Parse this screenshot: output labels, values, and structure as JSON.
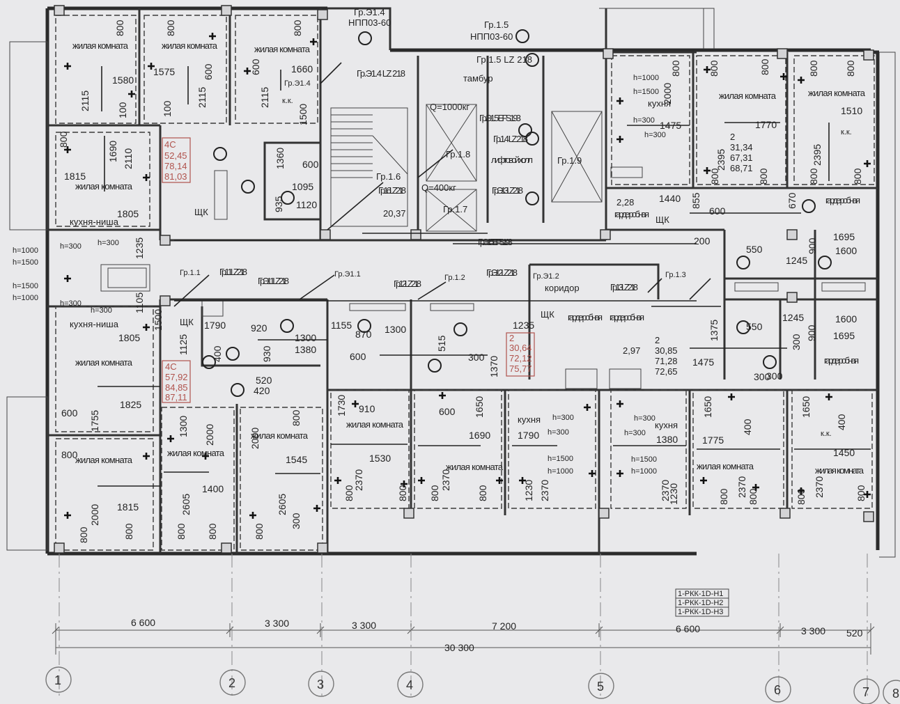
{
  "rooms": {
    "zhilaya": "жилая комната",
    "kitchen": "кухня",
    "kitchen_niche": "кухня-ниша",
    "wardrobe": "гарде робная",
    "corridor": "коридор",
    "lift_hall": "лифтовой холл",
    "vestibule": "тамбур"
  },
  "groups": {
    "gr_e14": "Гр.Э1.4",
    "npp_a": "НПП03-60",
    "gr_15": "Гр.1.5",
    "npp_b": "НПП03-60",
    "lz_a": "Гр.1.5 LZ 218",
    "lz_e14": "Гр.Э1.4 LZ 218",
    "gr_e15_efs_a": "Гр.Э1.5 EFS193",
    "gr_14_lz": "Гр.1.4 LZ 218",
    "gr_16": "Гр.1.6",
    "gr_16_lz": "Гр.1.6 LZ 218",
    "gr_18": "Гр.1.8",
    "gr_19": "Гр.1.9",
    "gr_17": "Гр.1.7",
    "gr_e13_lz": "Гр.Э1.3 LZ 218",
    "gr_e15_efs_b": "Гр.Э1.5 EFS193",
    "gr_11": "Гр.1.1",
    "gr_11_lz": "Гр.1.1 LZ 218",
    "gr_e11_lz": "Гр.Э1.1 LZ 218",
    "gr_e11": "Гр.Э1.1",
    "gr_12_lz": "Гр.1.2 LZ 218",
    "gr_12": "Гр.1.2",
    "gr_e12_lz": "Гр.Э1.2 LZ 218",
    "gr_e12": "Гр.Э1.2",
    "gr_13_lz": "Гр.1.3 LZ 218",
    "gr_13": "Гр.1.3",
    "gr_e14_small": "Гр.Э1.4"
  },
  "lifts": {
    "q1000": "Q=1000кг",
    "q400": "Q=400кг"
  },
  "panel": "ЩК",
  "kk": "к.к.",
  "heights": {
    "h1000": "h=1000",
    "h1500": "h=1500",
    "h300": "h=300"
  },
  "apartments": [
    {
      "type": "4С",
      "a": "52,45",
      "b": "78,14",
      "c": "81,03"
    },
    {
      "type": "4С",
      "a": "57,92",
      "b": "84,85",
      "c": "87,11"
    },
    {
      "type": "2",
      "a": "30,64",
      "b": "72,12",
      "c": "75,77"
    },
    {
      "type": "2",
      "a": "30,85",
      "b": "71,28",
      "c": "72,65"
    },
    {
      "type": "2",
      "a": "31,34",
      "b": "67,31",
      "c": "68,71"
    }
  ],
  "wardrobe_areas": {
    "a": "2,28",
    "b": "2,97"
  },
  "stair_area": "20,37",
  "dims": {
    "d800": "800",
    "d2115": "2115",
    "d1580": "1580",
    "d1575": "1575",
    "d600": "600",
    "d100": "100",
    "d1660": "1660",
    "d1500": "1500",
    "d1690": "1690",
    "d2110": "2110",
    "d1815": "1815",
    "d1805": "1805",
    "d1235": "1235",
    "d1360": "1360",
    "d1095": "1095",
    "d935": "935",
    "d1120": "1120",
    "d1440": "1440",
    "d855": "855",
    "d670": "670",
    "d1475": "1475",
    "d1770": "1770",
    "d2395": "2395",
    "d1510": "1510",
    "d1695": "1695",
    "d1600": "1600",
    "d550": "550",
    "d1245": "1245",
    "d900": "900",
    "d1105": "1105",
    "d1790": "1790",
    "d920": "920",
    "d1300": "1300",
    "d1380": "1380",
    "d400": "400",
    "d1125": "1125",
    "d930": "930",
    "d520": "520",
    "d420": "420",
    "d1155": "1155",
    "d870": "870",
    "d515": "515",
    "d300": "300",
    "d1370": "1370",
    "d1375": "1375",
    "d1825": "1825",
    "d1755": "1755",
    "d2000": "2000",
    "d1400": "1400",
    "d2605": "2605",
    "d1545": "1545",
    "d1730": "1730",
    "d910": "910",
    "d1530": "1530",
    "d2370": "2370",
    "d1650": "1650",
    "d1230": "1230",
    "d1775": "1775",
    "d1450": "1450",
    "d200": "200"
  },
  "stamp": [
    "1-РКК-1D-Н1",
    "1-РКК-1D-Н2",
    "1-РКК-1D-Н3"
  ],
  "bottom_dims": [
    "6 600",
    "3 300",
    "3 300",
    "7 200",
    "6 600",
    "3 300",
    "520"
  ],
  "total": "30 300",
  "axes": [
    "1",
    "2",
    "3",
    "4",
    "5",
    "6",
    "7",
    "8"
  ],
  "colors": {
    "paper": "#e9e9eb",
    "ink": "#2b2b2b",
    "area_red": "#b0524c"
  }
}
